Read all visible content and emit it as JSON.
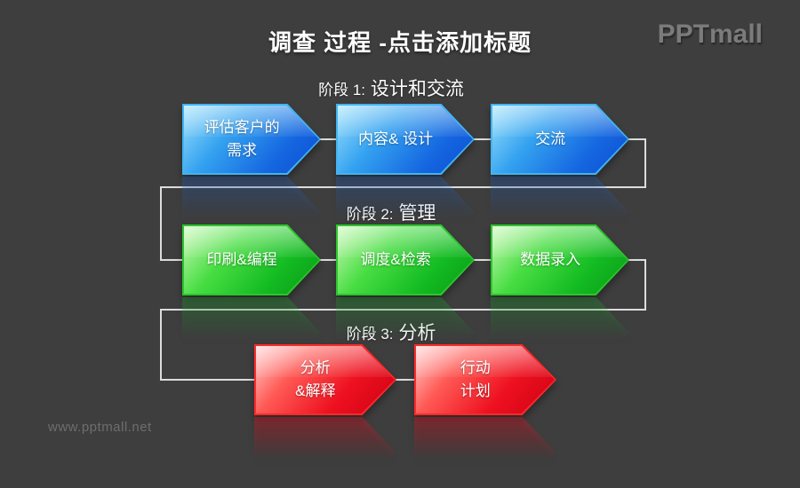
{
  "page": {
    "title": "调查 过程 -点击添加标题",
    "logo": "PPTmall",
    "watermark": "www.pptmall.net"
  },
  "colors": {
    "background": "#3e3e3e",
    "blue": "#1566e0",
    "green": "#13bb22",
    "red": "#ee1120",
    "connector": "#dcdcdc",
    "text": "#ffffff"
  },
  "phases": [
    {
      "prefix": "阶段 1:",
      "name": " 设计和交流",
      "theme": "blue",
      "arrows": [
        {
          "text": "评估客户的\n需求"
        },
        {
          "text": "内容& 设计"
        },
        {
          "text": "交流"
        }
      ]
    },
    {
      "prefix": "阶段 2:",
      "name": " 管理",
      "theme": "green",
      "arrows": [
        {
          "text": "印刷&编程"
        },
        {
          "text": "调度&检索"
        },
        {
          "text": "数据录入"
        }
      ]
    },
    {
      "prefix": "阶段 3:",
      "name": " 分析",
      "theme": "red",
      "arrows": [
        {
          "text": "分析\n&解释"
        },
        {
          "text": "行动\n计划"
        }
      ]
    }
  ]
}
